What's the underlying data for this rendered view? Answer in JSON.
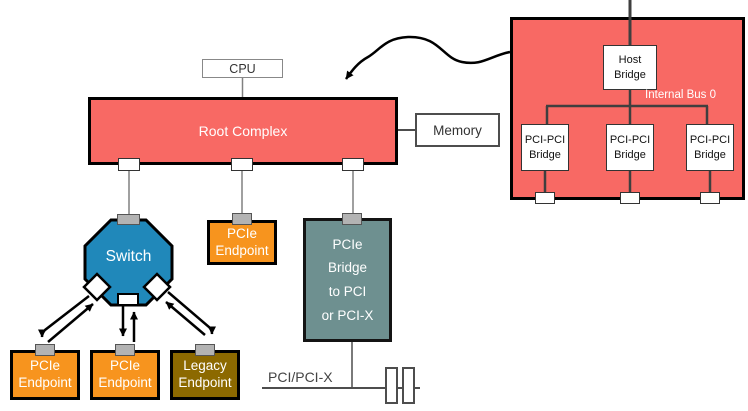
{
  "colors": {
    "red": "#F86964",
    "orange": "#F7941E",
    "brown": "#8C6900",
    "teal": "#6E9090",
    "blue": "#2088BA"
  },
  "nodes": {
    "cpu": "CPU",
    "root_complex": "Root Complex",
    "memory": "Memory",
    "switch": "Switch",
    "endpoint_upper": "PCIe\nEndpoint",
    "endpoint_left": "PCIe\nEndpoint",
    "endpoint_center": "PCIe\nEndpoint",
    "endpoint_legacy": "Legacy\nEndpoint",
    "pcie_bridge": "PCIe\nBridge\nto PCI\nor PCI-X",
    "bus_label": "PCI/PCI-X"
  },
  "detail_panel": {
    "host_bridge": "Host\nBridge",
    "internal_bus_label": "Internal Bus 0",
    "pci_bridges": [
      "PCI-PCI\nBridge",
      "PCI-PCI\nBridge",
      "PCI-PCI\nBridge"
    ]
  }
}
